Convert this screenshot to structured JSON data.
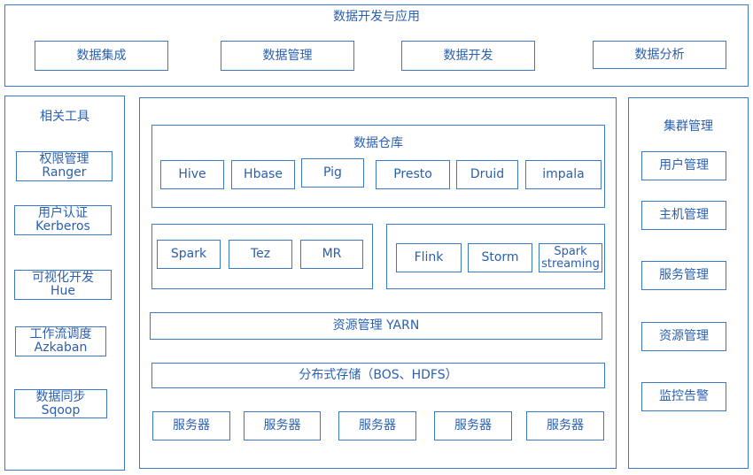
{
  "top": {
    "title": "数据开发与应用",
    "items": [
      "数据集成",
      "数据管理",
      "数据开发",
      "数据分析"
    ]
  },
  "tools": {
    "title": "相关工具",
    "items": [
      "权限管理\nRanger",
      "用户认证\nKerberos",
      "可视化开发\nHue",
      "工作流调度\nAzkaban",
      "数据同步\nSqoop"
    ]
  },
  "warehouse": {
    "title": "数据仓库",
    "items": [
      "Hive",
      "Hbase",
      "Pig",
      "Presto",
      "Druid",
      "impala"
    ]
  },
  "batch": {
    "items": [
      "Spark",
      "Tez",
      "MR"
    ]
  },
  "stream": {
    "items": [
      "Flink",
      "Storm",
      "Spark\nstreaming"
    ]
  },
  "resource": {
    "label": "资源管理 YARN"
  },
  "storage": {
    "label": "分布式存储（BOS、HDFS）"
  },
  "servers": {
    "items": [
      "服务器",
      "服务器",
      "服务器",
      "服务器",
      "服务器"
    ]
  },
  "cluster": {
    "title": "集群管理",
    "items": [
      "用户管理",
      "主机管理",
      "服务管理",
      "资源管理",
      "监控告警"
    ]
  },
  "colors": {
    "border": "#3a78c9",
    "text": "#2a5fb0"
  }
}
